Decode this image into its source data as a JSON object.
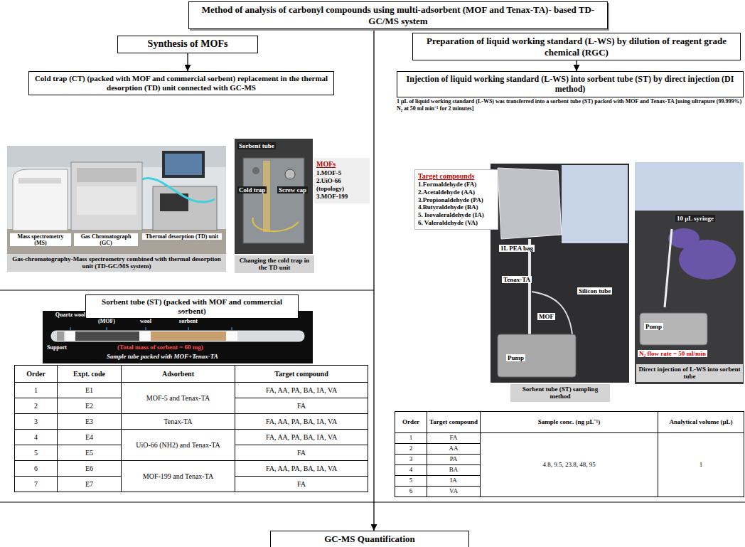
{
  "diagram": {
    "nodes": [
      {
        "text": [
          "Method of analysis of carbonyl compounds using multi-adsorbent (MOF and Tenax-TA)- based TD-GC/MS system"
        ]
      },
      {
        "text": [
          "Synthesis of MOFs"
        ]
      },
      {
        "text": [
          "Cold trap (CT) (packed with MOF and commercial sorbent) replacement in the thermal desorption (TD) unit connected with GC-MS"
        ]
      },
      {
        "text": [
          "Gas-chromatography-Mass spectrometry combined with thermal desorption unit (TD-GC/MS system)"
        ]
      },
      {
        "text": [
          "Changing the cold trap in the TD unit"
        ]
      },
      {
        "text": [
          "MOFs",
          "1.MOF-5",
          "2.UiO-66 (topology)",
          "3.MOF-199"
        ]
      },
      {
        "text": [
          "Sorbent tube (ST) (packed with MOF and commercial sorbent)"
        ]
      },
      {
        "text": [
          "Preparation of liquid working standard (L-WS) by dilution of reagent grade chemical (RGC)"
        ]
      },
      {
        "text": [
          "Injection of liquid working standard (L-WS) into sorbent tube (ST) by direct injection (DI method)"
        ]
      },
      {
        "text": [
          "Target compounds",
          "1.Formaldehyde (FA)",
          "2.Acetaldehyde (AA)",
          "3.Propionaldehyde (PA)",
          "4.Butyraldehyde (BA)",
          "5. Isovaleraldehyde (IA)",
          "6. Valeraldehyde (VA)"
        ]
      },
      {
        "text": [
          "Sorbent tube (ST) sampling method"
        ]
      },
      {
        "text": [
          "Direct injection of L-WS into sorbent tube"
        ]
      },
      {
        "text": [
          "GC-MS Quantification"
        ]
      }
    ],
    "edges": [
      {
        "from": 1,
        "to": 2,
        "arrow": "to"
      },
      {
        "from": 7,
        "to": 8,
        "arrow": "to"
      },
      {
        "from": 0,
        "to": 12,
        "arrow": "to"
      }
    ],
    "labels": [
      "Mass spectrometry (MS)",
      "Gas Chromatograph (GC)",
      "Thermal desorption (TD) unit",
      "Sorbent tube",
      "Screw cap",
      "Cold trap",
      "Quartz wool",
      "Strong Sorbent (MOF)",
      "Quartz wool",
      "Weak sorbent",
      "Quartz wool",
      "Support",
      "(Total mass of sorbent = 60 mg)",
      "Sample tube packed with MOF+Tenax-TA",
      "Order",
      "Expt. code",
      "Adsorbent",
      "Target compound",
      "1",
      "E1",
      "MOF-5 and Tenax-TA",
      "FA, AA, PA, BA, IA, VA",
      "2",
      "E2",
      "FA",
      "3",
      "E3",
      "Tenax-TA",
      "FA, AA, PA, BA, IA, VA",
      "4",
      "E4",
      "UiO-66 (NH2) and Tenax-TA",
      "FA, AA, PA, BA, IA, VA",
      "5",
      "E5",
      "FA",
      "6",
      "E6",
      "MOF-199 and Tenax-TA",
      "FA, AA, PA, BA, IA, VA",
      "7",
      "E7",
      "FA",
      "1 μL of liquid working standard (L-WS) was transferred into a sorbent tube (ST) packed with MOF and Tenax-TA [using ultrapure (99.999%) N₂ at 50 ml min⁻¹ for 2 minutes]",
      "1L PEA bag",
      "Tenax-TA",
      "Silicon tube",
      "MOF",
      "Pump",
      "10 μL syringe",
      "Pump",
      "N₂ flow rate = 50 ml/min",
      "Order",
      "Target compound",
      "Sample conc. (ng μL⁻¹)",
      "Analytical volume (μL)",
      "1",
      "FA",
      "4.8, 9.5, 23.8, 48, 95",
      "1",
      "2",
      "AA",
      "3",
      "PA",
      "4",
      "BA",
      "5",
      "IA",
      "6",
      "VA"
    ]
  }
}
